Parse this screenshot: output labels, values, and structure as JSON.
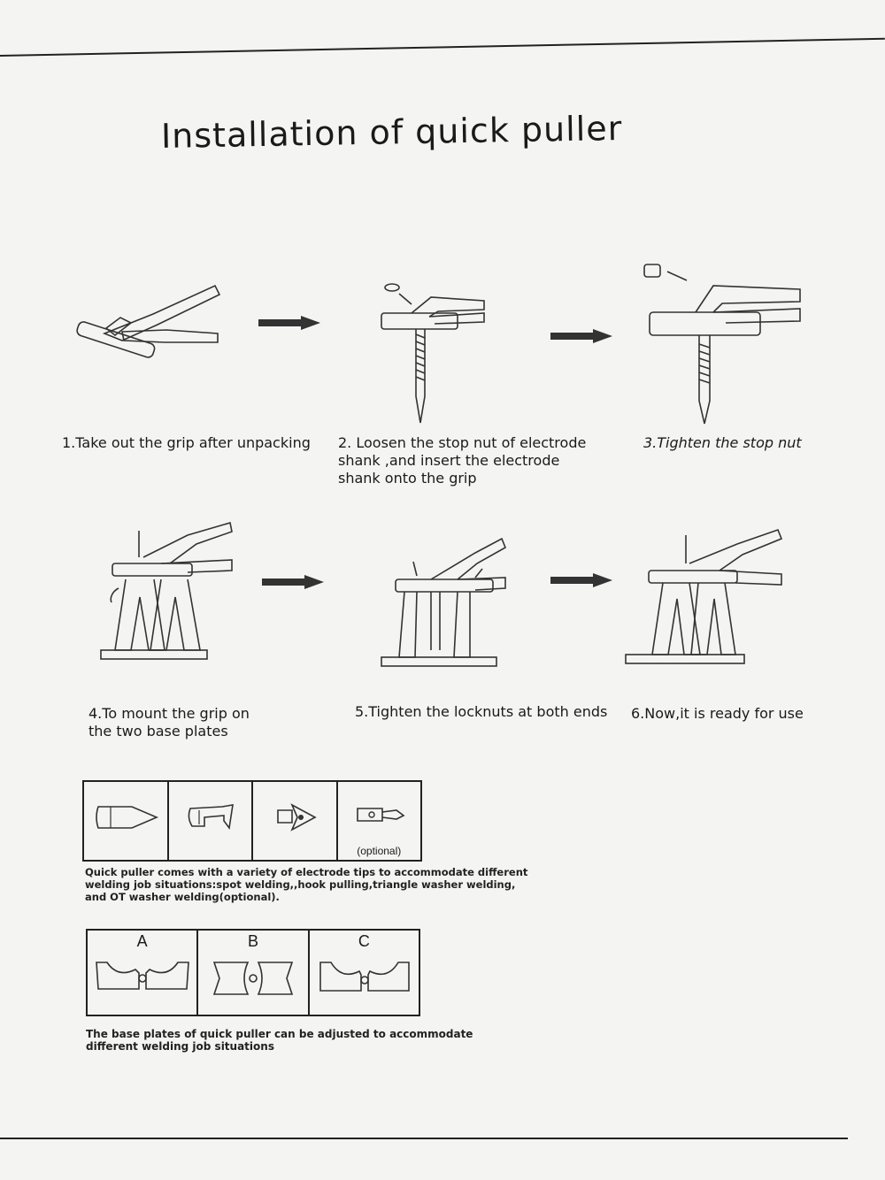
{
  "title": "Installation of quick puller",
  "steps": [
    {
      "caption": "1.Take out the grip after unpacking"
    },
    {
      "caption": "2. Loosen the stop nut of electrode\n    shank ,and insert the electrode\n    shank onto the grip"
    },
    {
      "caption": "3.Tighten the stop nut"
    },
    {
      "caption": "4.To mount the grip on\n    the two base plates"
    },
    {
      "caption": "5.Tighten the locknuts at both ends"
    },
    {
      "caption": "6.Now,it is ready for use"
    }
  ],
  "tips": {
    "optional_label": "(optional)",
    "icons": [
      "spot-welding-tip-icon",
      "hook-pulling-tip-icon",
      "triangle-washer-tip-icon",
      "ot-washer-tip-icon"
    ],
    "note": "Quick puller comes with a variety of electrode tips to accommodate different\nwelding job situations:spot welding,,hook pulling,triangle washer welding,\nand OT washer welding(optional)."
  },
  "plates": {
    "labels": [
      "A",
      "B",
      "C"
    ],
    "note": "The base plates of quick puller can be adjusted to accommodate\ndifferent welding job situations"
  }
}
